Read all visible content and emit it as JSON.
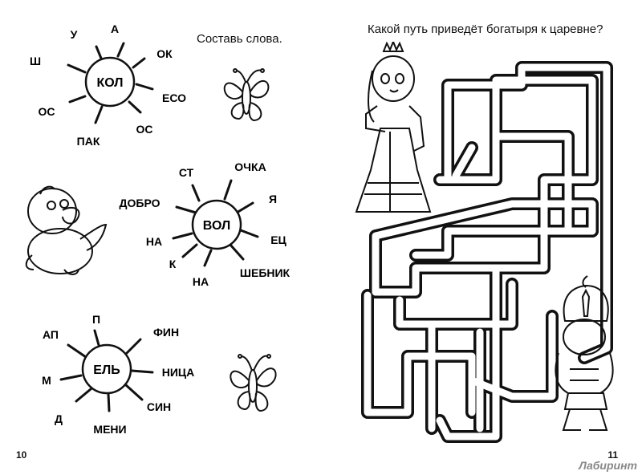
{
  "left_page": {
    "title": "Составь слова.",
    "page_number": "10",
    "suns": [
      {
        "center": "КОЛ",
        "rays": [
          "У",
          "А",
          "ОК",
          "ЕСО",
          "ОС",
          "ПАК",
          "ОС",
          "Ш"
        ]
      },
      {
        "center": "ВОЛ",
        "rays": [
          "СТ",
          "ОЧКА",
          "Я",
          "ЕЦ",
          "ШЕБНИК",
          "НА",
          "К",
          "НА",
          "ДОБРО"
        ]
      },
      {
        "center": "ЕЛЬ",
        "rays": [
          "П",
          "ФИН",
          "НИЦА",
          "СИН",
          "МЕНИ",
          "Д",
          "М",
          "АП"
        ]
      }
    ]
  },
  "right_page": {
    "title": "Какой путь приведёт богатыря к царевне?",
    "page_number": "11"
  },
  "watermark": "Лабиринт"
}
